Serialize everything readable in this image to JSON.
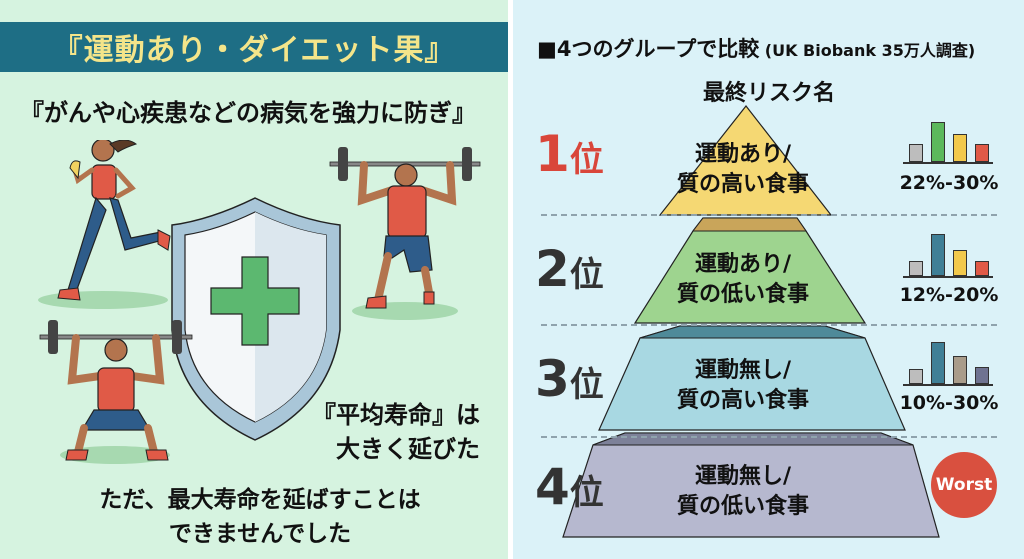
{
  "left": {
    "banner_title": "『運動あり・ダイエット果』",
    "subheading": "『がんや心疾患などの病気を強力に防ぎ』",
    "avg_life_line1": "『平均寿命』は",
    "avg_life_line2": "大きく延びた",
    "note_line1": "ただ、最大寿命を延ばすことは",
    "note_line2": "できませんでした",
    "illustration": {
      "figures": [
        "runner-with-banana",
        "overhead-press-lunge",
        "overhead-press-squat"
      ],
      "center_icon": "shield-with-green-cross"
    }
  },
  "right": {
    "title_main": "■4つのグループで比較",
    "title_sub": " (UK Biobank 35万人調査)",
    "apex_label": "最終リスク名",
    "tiers": [
      {
        "rank_num": "1",
        "rank_suffix": "位",
        "line1": "運動あり/",
        "line2": "質の高い食事",
        "pct": "22%-30%",
        "color": "#f5d873",
        "bars": [
          {
            "h": 18,
            "color": "#bdbdbd"
          },
          {
            "h": 40,
            "color": "#5cb85c"
          },
          {
            "h": 28,
            "color": "#f2c94c"
          },
          {
            "h": 18,
            "color": "#e05a47"
          }
        ]
      },
      {
        "rank_num": "2",
        "rank_suffix": "位",
        "line1": "運動あり/",
        "line2": "質の低い食事",
        "pct": "12%-20%",
        "color": "#9ed48f",
        "bars": [
          {
            "h": 15,
            "color": "#bdbdbd"
          },
          {
            "h": 42,
            "color": "#3f7f96"
          },
          {
            "h": 26,
            "color": "#f2c94c"
          },
          {
            "h": 15,
            "color": "#e05a47"
          }
        ]
      },
      {
        "rank_num": "3",
        "rank_suffix": "位",
        "line1": "運動無し/",
        "line2": "質の高い食事",
        "pct": "10%-30%",
        "color": "#a8d8e2",
        "bars": [
          {
            "h": 15,
            "color": "#bdbdbd"
          },
          {
            "h": 42,
            "color": "#3f7f96"
          },
          {
            "h": 28,
            "color": "#a99c8a"
          },
          {
            "h": 17,
            "color": "#6f7391"
          }
        ]
      },
      {
        "rank_num": "4",
        "rank_suffix": "位",
        "line1": "運動無し/",
        "line2": "質の低い食事",
        "pct": "",
        "color": "#b6b8cf",
        "bars": []
      }
    ],
    "worst_badge": "Worst"
  }
}
